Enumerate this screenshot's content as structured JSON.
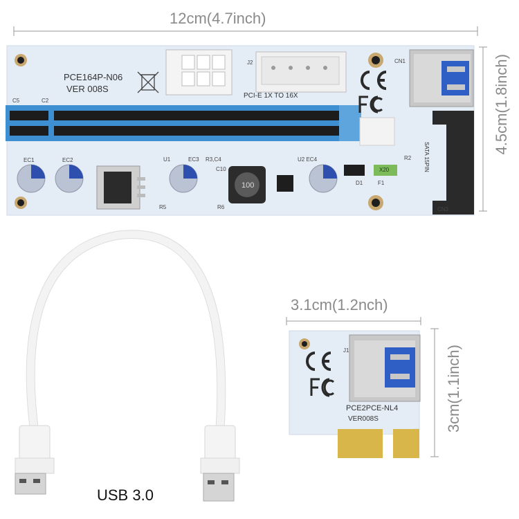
{
  "dimensions": {
    "main_width": "12cm(4.7inch)",
    "main_height": "4.5cm(1.8inch)",
    "small_width": "3.1cm(1.2nch)",
    "small_height": "3cm(1.1inch)"
  },
  "riser_board": {
    "model": "PCE164P-N06",
    "version": "VER 008S",
    "slot_label": "PCI-E 1X TO 16X",
    "sata_label": "SATA 15PIN",
    "connector_labels": {
      "j2": "J2",
      "cn1": "CN1",
      "cn3": "CN3",
      "c5": "C5",
      "c2": "C2",
      "ec1": "EC1",
      "ec2": "EC2",
      "u1": "U1",
      "ec3": "EC3",
      "r3c4": "R3,C4",
      "c10": "C10",
      "u2ec4": "U2 EC4",
      "r5": "R5",
      "r6": "R6",
      "d1": "D1",
      "f1": "F1",
      "r2": "R2",
      "inductor": "100",
      "fuse": "X20"
    }
  },
  "adapter_card": {
    "model": "PCE2PCE-NL4",
    "version": "VER008S",
    "j1": "J1"
  },
  "cable": {
    "label": "USB 3.0"
  },
  "marks": {
    "ce": "CE",
    "fcc": "FC"
  },
  "colors": {
    "pcb": "#e4ecf6",
    "slot": "#3d8fd1",
    "gold": "#d8b64a",
    "usb_port": "#2f5fc4",
    "dimension": "#8a8a8a"
  }
}
